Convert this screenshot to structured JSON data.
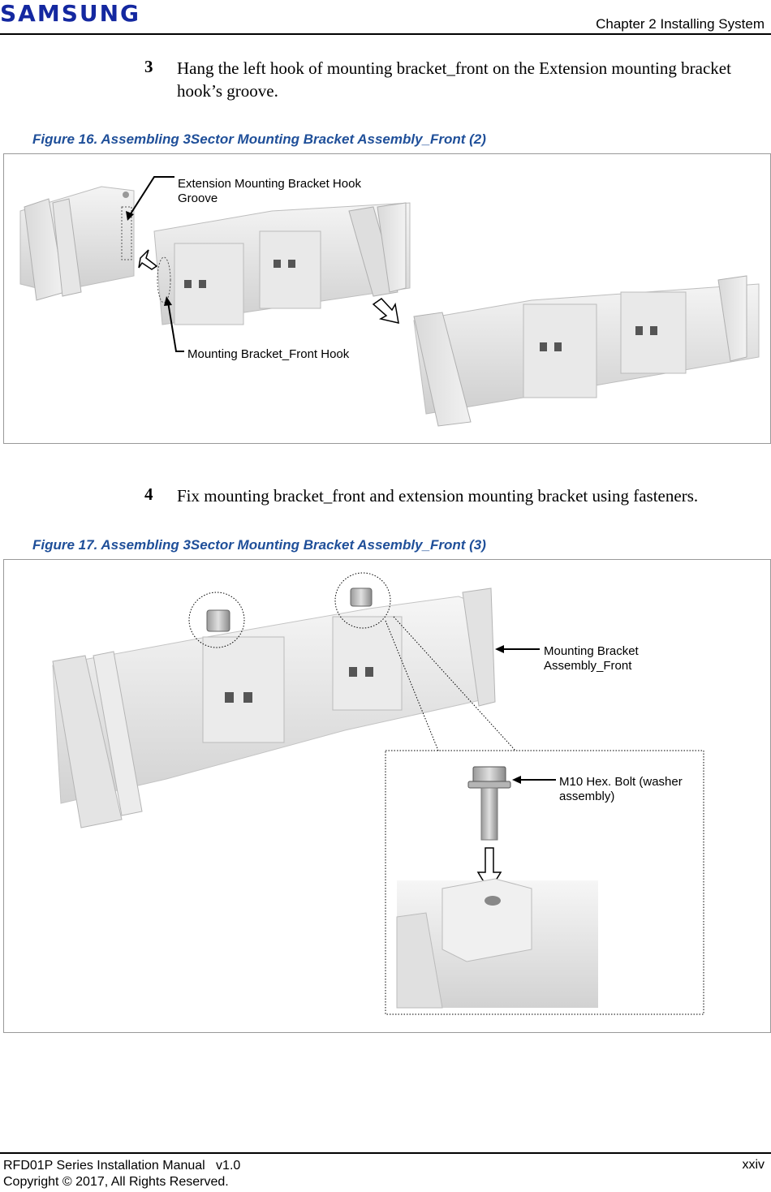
{
  "header": {
    "logo": "SAMSUNG",
    "chapter": "Chapter 2 Installing System"
  },
  "steps": [
    {
      "number": "3",
      "text": "Hang the left hook of mounting bracket_front on the Extension mounting bracket hook’s groove."
    },
    {
      "number": "4",
      "text": "Fix mounting bracket_front and extension mounting bracket using fasteners."
    }
  ],
  "figures": [
    {
      "caption": "Figure 16. Assembling 3Sector  Mounting Bracket Assembly_Front (2)",
      "callouts": [
        "Extension Mounting Bracket Hook Groove",
        "Mounting Bracket_Front Hook"
      ]
    },
    {
      "caption": "Figure 17. Assembling 3Sector  Mounting Bracket Assembly_Front (3)",
      "callouts": [
        "Mounting Bracket Assembly_Front",
        "M10 Hex. Bolt (washer assembly)"
      ]
    }
  ],
  "footer": {
    "manual": "RFD01P Series Installation Manual   v1.0",
    "copyright": "Copyright © 2017, All Rights Reserved.",
    "page": "xxiv"
  }
}
